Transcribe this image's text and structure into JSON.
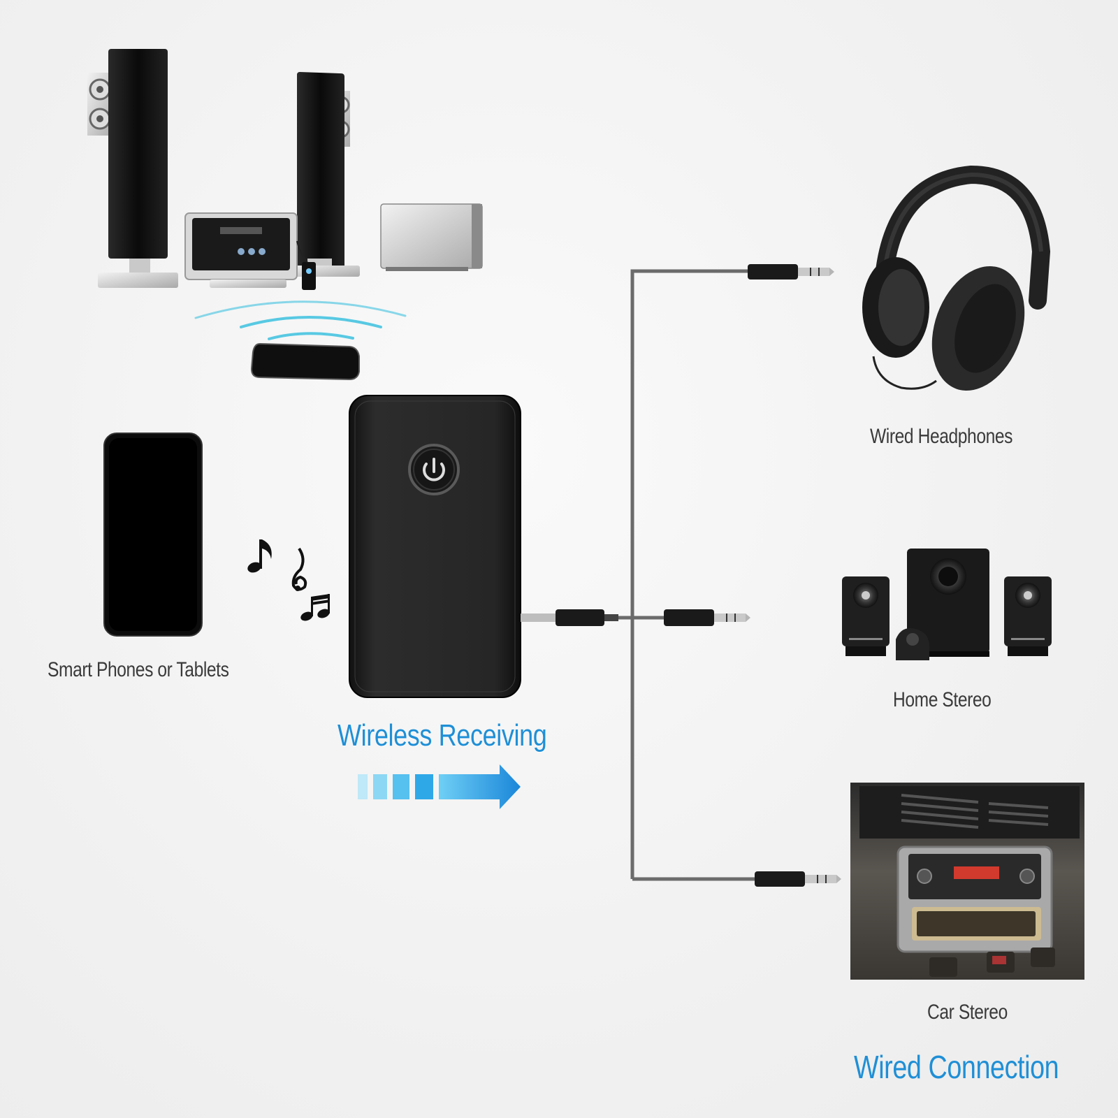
{
  "labels": {
    "smart_phones": "Smart Phones or Tablets",
    "wireless_receiving": "Wireless Receiving",
    "wired_headphones": "Wired Headphones",
    "home_stereo": "Home Stereo",
    "car_stereo": "Car Stereo",
    "wired_connection": "Wired Connection"
  },
  "colors": {
    "accent_blue": "#1f8fd6",
    "device_black": "#1b1b1b",
    "cable_gray": "#6b6b6b",
    "label_text": "#3a3a3a"
  },
  "icons": [
    "power-icon",
    "music-note-icon",
    "treble-clef-icon",
    "beamed-notes-icon",
    "arrow-right-icon"
  ]
}
